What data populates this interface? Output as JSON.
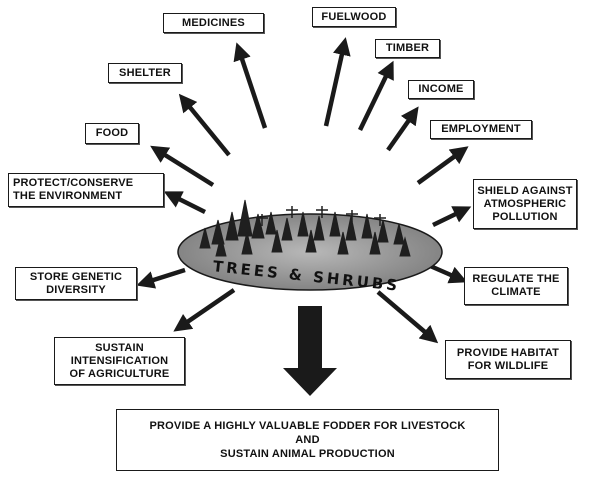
{
  "hub": {
    "label": "TREES & SHRUBS"
  },
  "outputs": {
    "medicines": "MEDICINES",
    "fuelwood": "FUELWOOD",
    "timber": "TIMBER",
    "shelter": "SHELTER",
    "income": "INCOME",
    "food": "FOOD",
    "employment": "EMPLOYMENT",
    "protect_line1": "PROTECT/CONSERVE",
    "protect_line2": "THE ENVIRONMENT",
    "shield_line1": "SHIELD AGAINST",
    "shield_line2": "ATMOSPHERIC",
    "shield_line3": "POLLUTION",
    "genetic_line1": "STORE GENETIC",
    "genetic_line2": "DIVERSITY",
    "climate_line1": "REGULATE THE",
    "climate_line2": "CLIMATE",
    "sustain_line1": "SUSTAIN",
    "sustain_line2": "INTENSIFICATION",
    "sustain_line3": "OF AGRICULTURE",
    "habitat_line1": "PROVIDE HABITAT",
    "habitat_line2": "FOR WILDLIFE"
  },
  "main_outcome": {
    "line1": "PROVIDE A HIGHLY VALUABLE FODDER FOR LIVESTOCK",
    "line2": "AND",
    "line3": "SUSTAIN ANIMAL PRODUCTION"
  },
  "colors": {
    "ink": "#111111",
    "ellipse_fill": "#9a9a9a"
  }
}
